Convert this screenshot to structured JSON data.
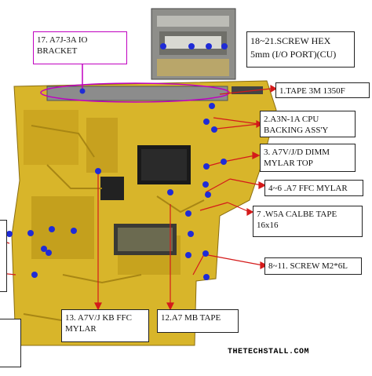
{
  "callouts": {
    "io_bracket": "17. A7J-3A IO\nBRACKET",
    "screw_hex": "18~21.SCREW HEX\n5mm (I/O PORT)(CU)",
    "tape_3m": "1.TAPE 3M 1350F",
    "cpu_backing": "2.A3N-1A CPU\nBACKING ASS'Y",
    "dimm_mylar": "3. A7V/J/D DIMM\nMYLAR TOP",
    "ffc_mylar": "4~6 .A7 FFC MYLAR",
    "calbe_tape": "7 .W5A CALBE TAPE\n16x16",
    "screw_m2": "8~11. SCREW M2*6L",
    "kb_ffc": "13. A7V/J KB FFC\nMYLAR",
    "mb_tape": "12.A7 MB TAPE"
  },
  "watermark": "THETECHSTALL.COM",
  "colors": {
    "board": "#d8b52a",
    "marker": "#1f2bd6",
    "arrow": "#d41a1a",
    "highlight": "#c000c0"
  }
}
